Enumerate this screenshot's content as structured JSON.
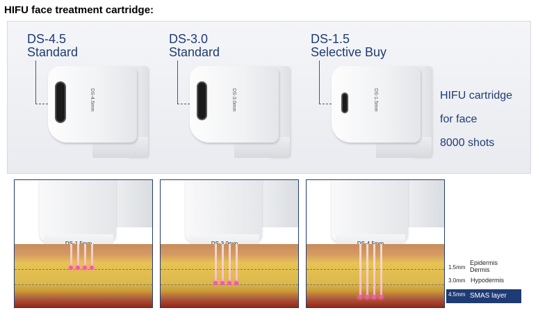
{
  "page_title": "HIFU face treatment cartridge:",
  "cartridges": [
    {
      "code": "DS-4.5",
      "type": "Standard",
      "mark": "DS-4.5mm"
    },
    {
      "code": "DS-3.0",
      "type": "Standard",
      "mark": "DS-3.0mm"
    },
    {
      "code": "DS-1.5",
      "type": "Selective Buy",
      "mark": "DS-1.5mm"
    }
  ],
  "side_info": [
    "HIFU cartridge",
    "for face",
    "8000 shots"
  ],
  "panels": [
    {
      "label": "DS-1.5mm"
    },
    {
      "label": "DS-3.0mm"
    },
    {
      "label": "DS-4.5mm"
    }
  ],
  "legend": [
    {
      "depth": "1.5mm",
      "labels": [
        "Epidermis",
        "Dermis"
      ]
    },
    {
      "depth": "3.0mm",
      "labels": [
        "Hypodermis"
      ]
    },
    {
      "depth": "4.5mm",
      "labels": [
        "SMAS layer"
      ]
    }
  ],
  "colors": {
    "accent": "#1f3b73",
    "focus_dot": "#f15aa8"
  }
}
